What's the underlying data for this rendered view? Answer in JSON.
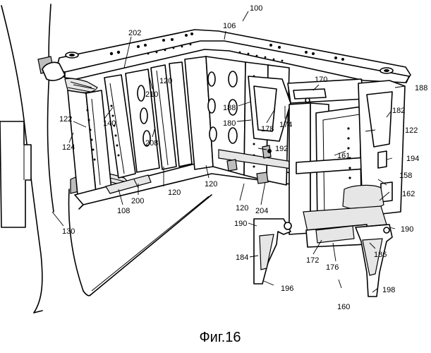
{
  "figure": {
    "caption": "Фиг.16",
    "labels": [
      {
        "id": "100",
        "text": "100"
      },
      {
        "id": "106",
        "text": "106"
      },
      {
        "id": "202",
        "text": "202"
      },
      {
        "id": "210",
        "text": "210"
      },
      {
        "id": "140",
        "text": "140"
      },
      {
        "id": "122a",
        "text": "122"
      },
      {
        "id": "124",
        "text": "124"
      },
      {
        "id": "208",
        "text": "208"
      },
      {
        "id": "200",
        "text": "200"
      },
      {
        "id": "108",
        "text": "108"
      },
      {
        "id": "130",
        "text": "130"
      },
      {
        "id": "120a",
        "text": "120"
      },
      {
        "id": "120b",
        "text": "120"
      },
      {
        "id": "120c",
        "text": "120"
      },
      {
        "id": "120d",
        "text": "120"
      },
      {
        "id": "188a",
        "text": "188"
      },
      {
        "id": "180",
        "text": "180"
      },
      {
        "id": "170",
        "text": "170"
      },
      {
        "id": "178",
        "text": "178"
      },
      {
        "id": "174",
        "text": "174"
      },
      {
        "id": "192",
        "text": "192"
      },
      {
        "id": "161",
        "text": "161"
      },
      {
        "id": "204",
        "text": "204"
      },
      {
        "id": "188b",
        "text": "188"
      },
      {
        "id": "182",
        "text": "182"
      },
      {
        "id": "122b",
        "text": "122"
      },
      {
        "id": "194",
        "text": "194"
      },
      {
        "id": "158",
        "text": "158"
      },
      {
        "id": "162",
        "text": "162"
      },
      {
        "id": "190a",
        "text": "190"
      },
      {
        "id": "190b",
        "text": "190"
      },
      {
        "id": "184",
        "text": "184"
      },
      {
        "id": "172",
        "text": "172"
      },
      {
        "id": "176",
        "text": "176"
      },
      {
        "id": "186",
        "text": "186"
      },
      {
        "id": "196",
        "text": "196"
      },
      {
        "id": "198",
        "text": "198"
      },
      {
        "id": "160",
        "text": "160"
      }
    ]
  }
}
